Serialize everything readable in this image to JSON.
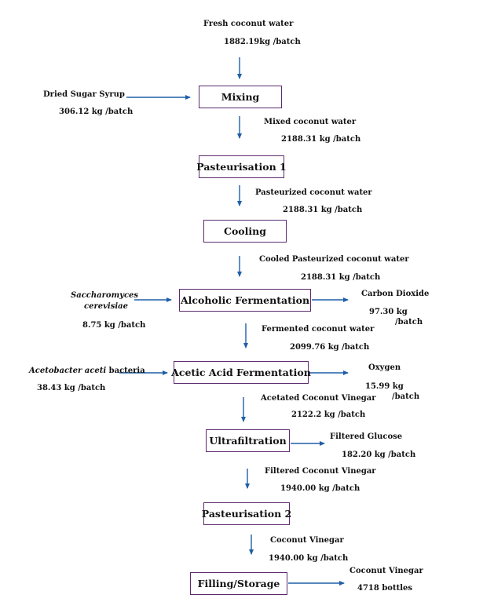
{
  "colors": {
    "arrow": "#1f5fa8",
    "box_border": "#5c2a6e"
  },
  "inputs": {
    "fresh_water": {
      "label": "Fresh coconut water",
      "amount": "1882.19kg  /batch"
    },
    "sugar_syrup": {
      "label": "Dried Sugar Syrup",
      "amount": "306.12 kg  /batch"
    },
    "yeast": {
      "label_line1": "Saccharomyces",
      "label_line2": "cerevisiae",
      "amount": "8.75 kg  /batch"
    },
    "bacteria": {
      "label_italic": "Acetobacter  aceti",
      "label_rest": " bacteria",
      "amount": "38.43  kg  /batch"
    }
  },
  "steps": [
    {
      "label": "Mixing"
    },
    {
      "label": "Pasteurisation 1"
    },
    {
      "label": "Cooling"
    },
    {
      "label": "Alcoholic Fermentation"
    },
    {
      "label": "Acetic Acid Fermentation"
    },
    {
      "label": "Ultrafiltration"
    },
    {
      "label": "Pasteurisation 2"
    },
    {
      "label": "Filling/Storage"
    }
  ],
  "streams": [
    {
      "label": "Mixed coconut water",
      "amount": "2188.31 kg  /batch"
    },
    {
      "label": "Pasteurized coconut water",
      "amount": "2188.31 kg  /batch"
    },
    {
      "label": "Cooled Pasteurized coconut water",
      "amount": "2188.31 kg  /batch"
    },
    {
      "label": "Fermented coconut water",
      "amount": "2099.76  kg  /batch"
    },
    {
      "label": "Acetated Coconut Vinegar",
      "amount": "2122.2 kg  /batch"
    },
    {
      "label": "Filtered Coconut Vinegar",
      "amount": "1940.00   kg   /batch"
    },
    {
      "label": "Coconut Vinegar",
      "amount": "1940.00   kg  /batch"
    }
  ],
  "outputs": {
    "co2": {
      "label": "Carbon Dioxide",
      "amount": "97.30  kg",
      "unit": "/batch"
    },
    "oxygen": {
      "label": "Oxygen",
      "amount": "15.99  kg",
      "unit": "/batch"
    },
    "glucose": {
      "label": "Filtered Glucose",
      "amount": "182.20  kg  /batch"
    },
    "final": {
      "label": "Coconut Vinegar",
      "amount": "4718 bottles"
    }
  }
}
